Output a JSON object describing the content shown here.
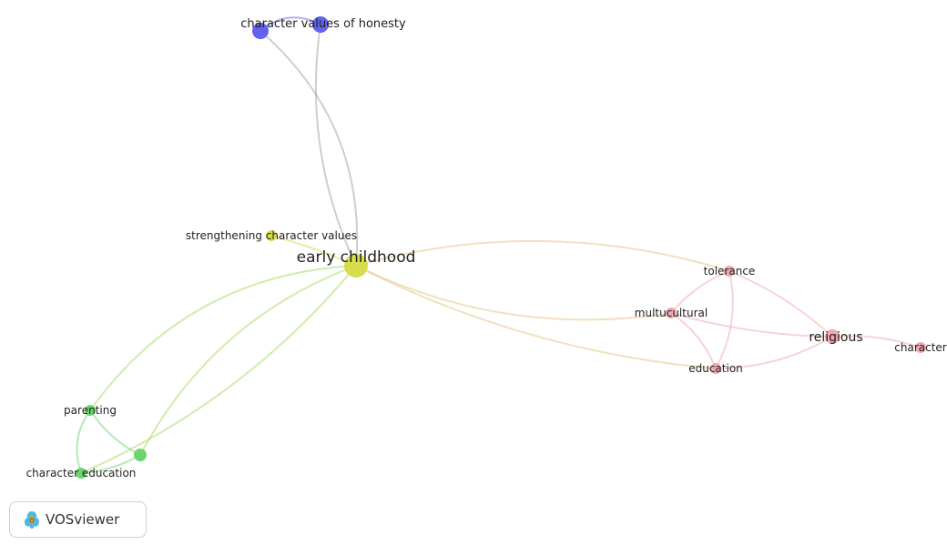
{
  "app": {
    "badge_label": "VOSviewer"
  },
  "icons": {
    "badge": "vosviewer-logo-icon"
  },
  "colors": {
    "cluster_blue": "#6262ee",
    "cluster_yellow": "#d6dc4c",
    "cluster_green": "#6bd66b",
    "cluster_red": "#f0a7b0"
  },
  "network": {
    "nodes": [
      {
        "id": "early-childhood",
        "label": "early childhood",
        "cluster": "yellow",
        "weight": 5
      },
      {
        "id": "strengthening-character-values",
        "label": "strengthening character values",
        "cluster": "yellow",
        "weight": 1
      },
      {
        "id": "character-values-of-honesty-a",
        "label": "character values of honesty",
        "cluster": "blue",
        "weight": 2
      },
      {
        "id": "character-values-of-honesty-b",
        "label": "",
        "cluster": "blue",
        "weight": 2
      },
      {
        "id": "tolerance",
        "label": "tolerance",
        "cluster": "red",
        "weight": 1
      },
      {
        "id": "multucultural",
        "label": "multucultural",
        "cluster": "red",
        "weight": 1
      },
      {
        "id": "religious",
        "label": "religious",
        "cluster": "red",
        "weight": 2
      },
      {
        "id": "education",
        "label": "education",
        "cluster": "red",
        "weight": 1
      },
      {
        "id": "character",
        "label": "character",
        "cluster": "red",
        "weight": 1
      },
      {
        "id": "parenting",
        "label": "parenting",
        "cluster": "green",
        "weight": 1
      },
      {
        "id": "character-education",
        "label": "character education",
        "cluster": "green",
        "weight": 1
      },
      {
        "id": "green-unlabeled",
        "label": "",
        "cluster": "green",
        "weight": 1
      }
    ],
    "links": [
      {
        "source": "early-childhood",
        "target": "character-values-of-honesty-a"
      },
      {
        "source": "early-childhood",
        "target": "character-values-of-honesty-b"
      },
      {
        "source": "character-values-of-honesty-a",
        "target": "character-values-of-honesty-b"
      },
      {
        "source": "early-childhood",
        "target": "strengthening-character-values"
      },
      {
        "source": "early-childhood",
        "target": "tolerance"
      },
      {
        "source": "early-childhood",
        "target": "multucultural"
      },
      {
        "source": "early-childhood",
        "target": "education"
      },
      {
        "source": "early-childhood",
        "target": "parenting"
      },
      {
        "source": "early-childhood",
        "target": "character-education"
      },
      {
        "source": "early-childhood",
        "target": "green-unlabeled"
      },
      {
        "source": "multucultural",
        "target": "tolerance"
      },
      {
        "source": "multucultural",
        "target": "education"
      },
      {
        "source": "multucultural",
        "target": "religious"
      },
      {
        "source": "tolerance",
        "target": "education"
      },
      {
        "source": "tolerance",
        "target": "religious"
      },
      {
        "source": "education",
        "target": "religious"
      },
      {
        "source": "religious",
        "target": "character"
      },
      {
        "source": "parenting",
        "target": "character-education"
      },
      {
        "source": "parenting",
        "target": "green-unlabeled"
      },
      {
        "source": "character-education",
        "target": "green-unlabeled"
      }
    ]
  }
}
